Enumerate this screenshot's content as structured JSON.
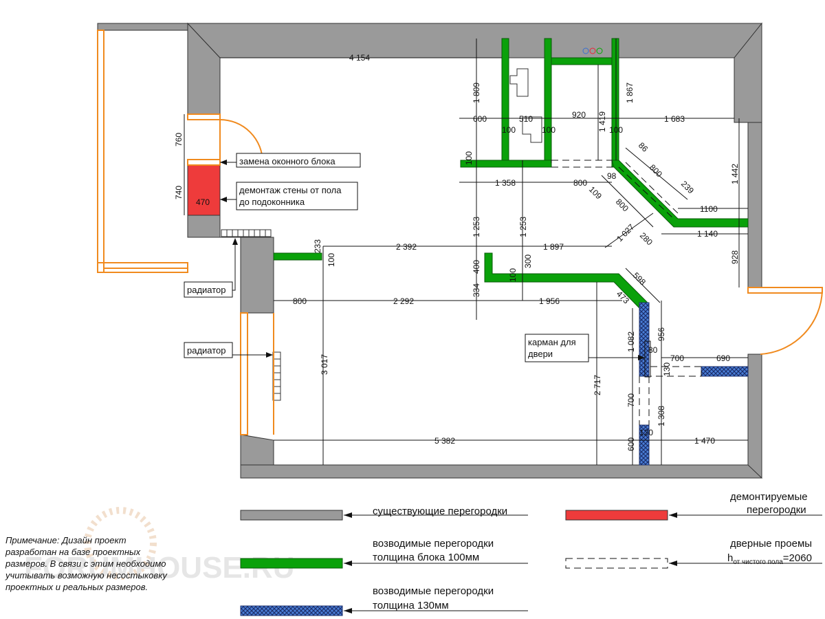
{
  "dimensions": {
    "top_width": "4 154",
    "w600": "600",
    "w510": "510",
    "w920": "920",
    "w1683": "1 683",
    "t100a": "100",
    "t100b": "100",
    "t100c": "100",
    "t100d": "100",
    "v1809": "1 809",
    "v1419": "1 419",
    "v1867": "1 867",
    "v760": "760",
    "v740": "740",
    "w470": "470",
    "w1358": "1 358",
    "w800a": "800",
    "d98": "98",
    "d86": "86",
    "d800a": "800",
    "d239": "239",
    "d109": "109",
    "d800b": "800",
    "w1100": "1100",
    "v1442": "1 442",
    "w1140": "1 140",
    "d1027": "1 027",
    "d280": "280",
    "v1253a": "1 253",
    "v1253b": "1 253",
    "v233": "233",
    "v100e": "100",
    "w2392": "2 392",
    "w1897": "1 897",
    "v928": "928",
    "v400": "400",
    "v300": "300",
    "v100f": "100",
    "v334": "334",
    "d598": "598",
    "d473": "473",
    "w800b": "800",
    "w2292": "2 292",
    "w1956": "1 956",
    "v956": "956",
    "v1082": "1 082",
    "w80": "80",
    "w700": "700",
    "w690": "690",
    "v130": "130",
    "v3017": "3 017",
    "v2717": "2 717",
    "v700": "700",
    "v1308": "1 308",
    "v600": "600",
    "w120": "120",
    "w5382": "5 382",
    "w1470": "1 470"
  },
  "callouts": {
    "window_replace": "замена оконного блока",
    "wall_demolish_l1": "демонтаж стены от пола",
    "wall_demolish_l2": "до подоконника",
    "radiator_1": "радиатор",
    "radiator_2": "радиатор",
    "door_pocket_l1": "карман для",
    "door_pocket_l2": "двери"
  },
  "legend": {
    "existing": "существующие перегородки",
    "demolished_l1": "демонтируемые",
    "demolished_l2": "перегородки",
    "new100_l1": "возводимые перегородки",
    "new100_l2": "толщина блока 100мм",
    "doors_l1": "дверные проемы",
    "doors_h": "h",
    "doors_sub": "от чистого пола",
    "doors_val": "=2060",
    "new130_l1": "возводимые перегородки",
    "new130_l2": "толщина  130мм"
  },
  "note": {
    "l1": "Примечание: Дизайн проект",
    "l2": "разработан на базе проектных",
    "l3": "размеров. В связи с этим необходимо",
    "l4": "учитывать возможную несостыковку",
    "l5": "проектных и реальных размеров."
  },
  "watermark": "FORUMHOUSE.RU",
  "colors": {
    "existing_wall": "#9a9a9a",
    "new_wall_100": "#0aa10a",
    "demolish_wall": "#ee3b3b",
    "new_wall_130": "#3a6fd0",
    "window_frame": "#f08a1e"
  }
}
